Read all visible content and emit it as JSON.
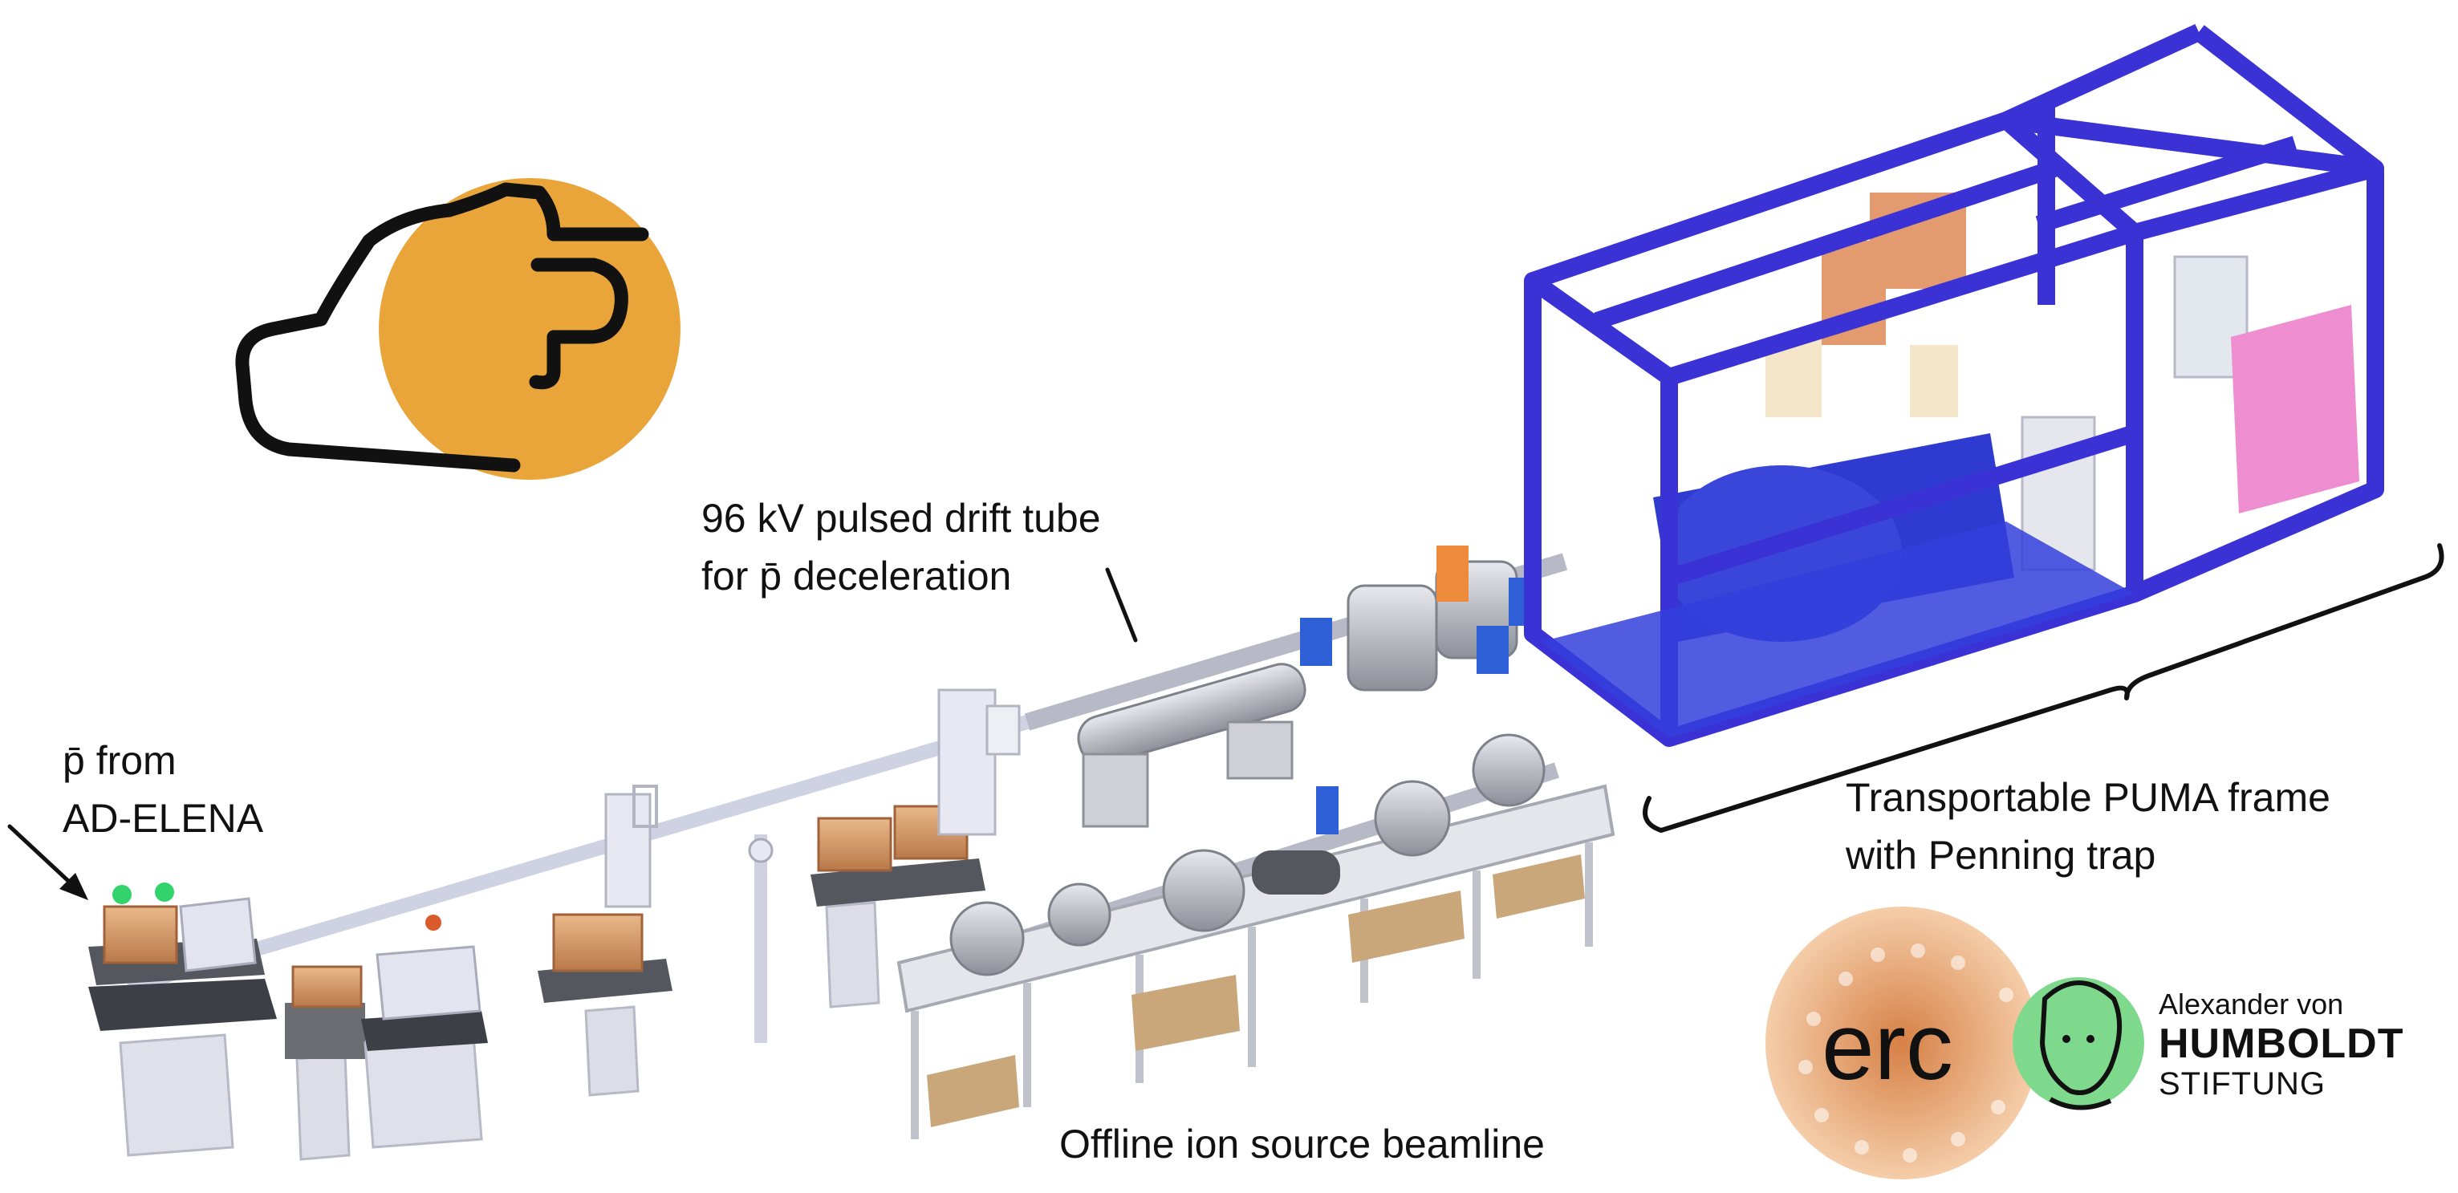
{
  "annotations": {
    "pbar_source": {
      "line1": "p̄ from",
      "line2": "AD-ELENA"
    },
    "drift_tube": {
      "line1": "96 kV pulsed drift tube",
      "line2": "for p̄ deceleration"
    },
    "puma_frame": {
      "line1": "Transportable PUMA frame",
      "line2": "with Penning trap"
    },
    "offline": {
      "line1": "Offline ion source beamline"
    }
  },
  "logos": {
    "puma_logo": {
      "icon": "hand-pointing-icon",
      "circle_color": "#E9A53A"
    },
    "erc": {
      "text": "erc",
      "dot_color": "#D8752A"
    },
    "humboldt": {
      "line1": "Alexander von",
      "line2": "HUMBOLDT",
      "line3": "STIFTUNG",
      "portrait_bg": "#7FD98C"
    }
  },
  "colors": {
    "frame_blue": "#3B32D6",
    "text": "#111111",
    "stand_grey": "#D9DAE0",
    "wood": "#C9A77B",
    "cryostat_blue": "#2F3BD0",
    "pink_box": "#EE8ED0"
  }
}
